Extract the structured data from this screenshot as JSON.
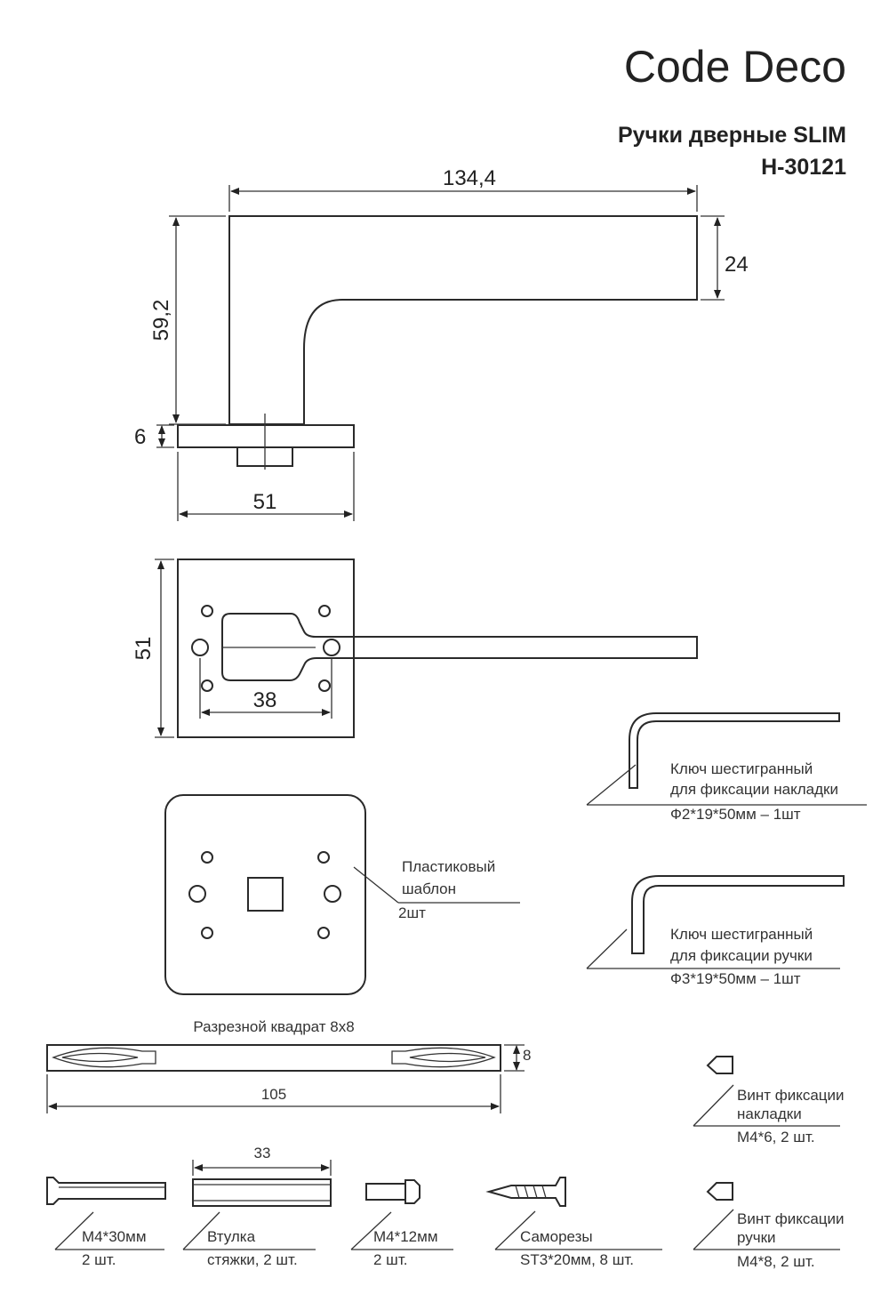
{
  "brand": "Code Deco",
  "title": {
    "line1": "Ручки дверные SLIM",
    "line2": "H-30121"
  },
  "dimensions": {
    "handle_length": "134,4",
    "handle_height": "59,2",
    "lever_thickness": "24",
    "rose_thickness": "6",
    "rose_width": "51",
    "rose_side": "51",
    "hole_spacing": "38",
    "spindle_length": "105",
    "spindle_size": "8",
    "sleeve_length": "33"
  },
  "components": {
    "hex_key_rose": {
      "line1": "Ключ шестигранный",
      "line2": "для фиксации накладки",
      "spec": "Ф2*19*50мм – 1шт"
    },
    "hex_key_handle": {
      "line1": "Ключ шестигранный",
      "line2": "для фиксации ручки",
      "spec": "Ф3*19*50мм – 1шт"
    },
    "template": {
      "line1": "Пластиковый",
      "line2": "шаблон",
      "qty": "2шт"
    },
    "spindle": {
      "label": "Разрезной квадрат 8x8"
    },
    "screw_rose": {
      "line1": "Винт фиксации",
      "line2": "накладки",
      "spec": "M4*6, 2 шт."
    },
    "screw_handle": {
      "line1": "Винт фиксации",
      "line2": "ручки",
      "spec": "M4*8, 2 шт."
    },
    "bolt_30": {
      "spec": "M4*30мм",
      "qty": "2 шт."
    },
    "sleeve": {
      "line1": "Втулка",
      "line2": "стяжки, 2 шт."
    },
    "bolt_12": {
      "spec": "M4*12мм",
      "qty": "2 шт."
    },
    "wood_screws": {
      "line1": "Саморезы",
      "line2": "ST3*20мм, 8 шт."
    }
  }
}
